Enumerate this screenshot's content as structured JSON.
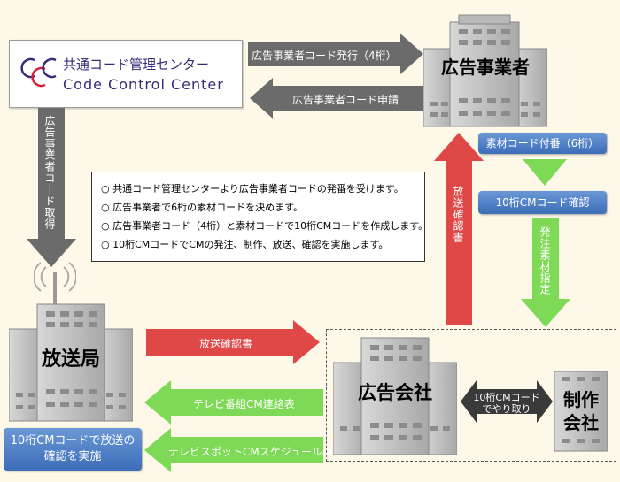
{
  "logo": {
    "title_jp": "共通コード管理センター",
    "title_en": "Code Control Center",
    "mark": "CCC"
  },
  "nodes": {
    "advertiser": "広告事業者",
    "broadcaster": "放送局",
    "agency": "広告会社",
    "production_line1": "制作",
    "production_line2": "会社"
  },
  "arrows": {
    "code_issue": "広告事業者コード発行（4桁）",
    "code_request": "広告事業者コード申請",
    "code_acquire": "広告事業者コード取得",
    "broadcast_confirm_up": "放送確認書",
    "broadcast_confirm": "放送確認書",
    "material_spec": "発注素材指定",
    "tv_program": "テレビ番組CM連絡表",
    "tv_spot": "テレビスポットCMスケジュール表",
    "exchange": "10桁CMコード\nでやり取り"
  },
  "boxes": {
    "material_code": "素材コード付番（6桁）",
    "cm_confirm": "10桁CMコード確認",
    "broadcast_check": "10桁CMコードで放送の\n確認を実施"
  },
  "notes": [
    "共通コード管理センターより広告事業者コードの発番を受けます。",
    "広告事業者で6桁の素材コードを決めます。",
    "広告事業者コード（4桁）と素材コードで10桁CMコードを作成します。",
    "10桁CMコードでCMの発注、制作、放送、確認を実施します。"
  ],
  "colors": {
    "gray_arrow": "#6b6b6b",
    "red_arrow": "#e04848",
    "green_arrow": "#7ed957",
    "blue_box": "#4a7cc4",
    "logo_purple": "#3a2a7a",
    "logo_red": "#d0203a"
  }
}
